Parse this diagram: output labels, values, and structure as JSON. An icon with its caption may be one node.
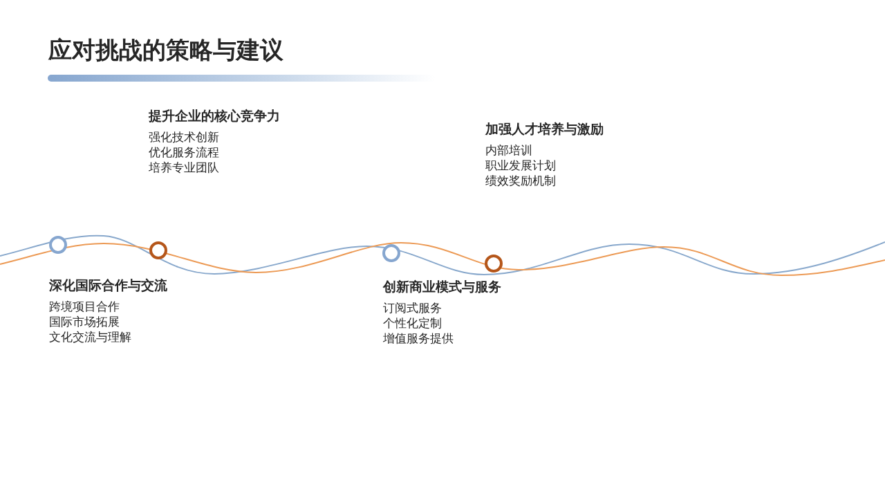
{
  "diagram": {
    "title": "应对挑战的策略与建议",
    "labels": [
      "提升企业的核心竞争力",
      "强化技术创新",
      "优化服务流程",
      "培养专业团队",
      "加强人才培养与激励",
      "内部培训",
      "职业发展计划",
      "绩效奖励机制",
      "深化国际合作与交流",
      "跨境项目合作",
      "国际市场拓展",
      "文化交流与理解",
      "创新商业模式与服务",
      "订阅式服务",
      "个性化定制",
      "增值服务提供"
    ]
  }
}
